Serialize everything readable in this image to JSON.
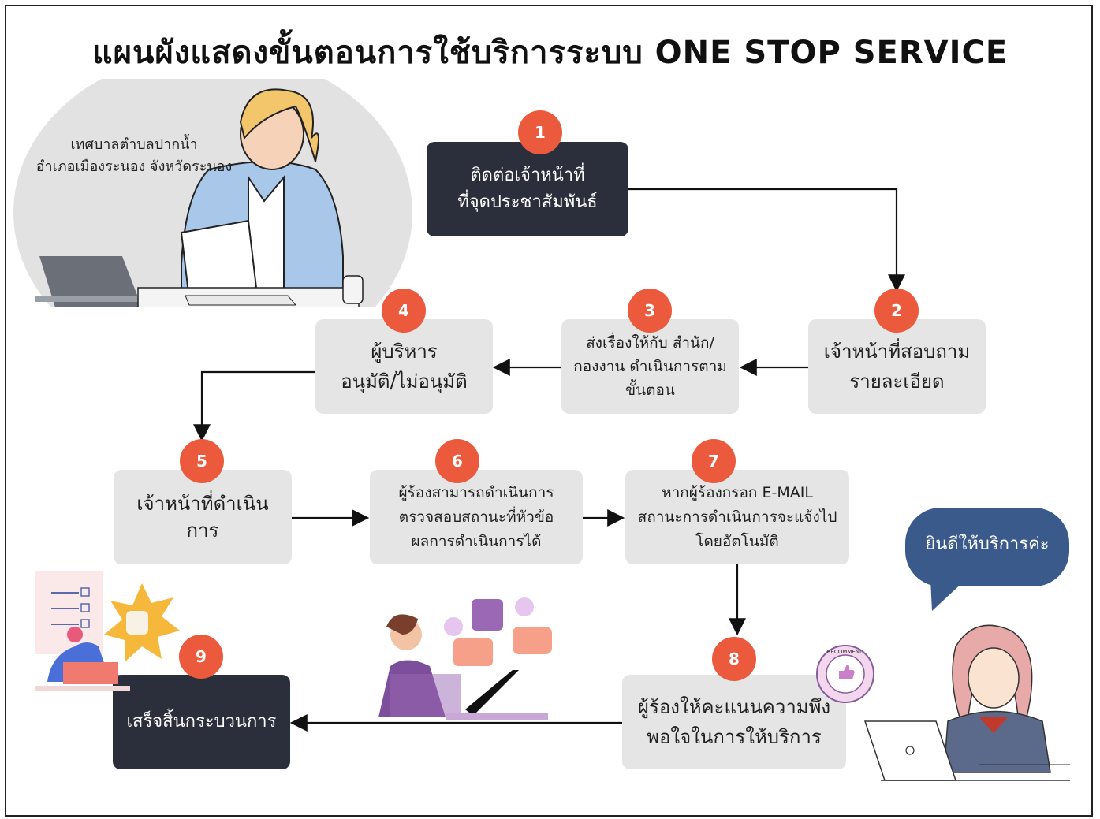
{
  "title": "แผนผังแสดงขั้นตอนการใช้บริการระบบ ONE STOP SERVICE",
  "organization": "เทศบาลตำบลปากน้ำ\nอำเภอเมืองระนอง จังหวัดระนอง",
  "greeting": "ยินดีให้บริการค่ะ",
  "badge_text": "RECOMMEND",
  "colors": {
    "step_number": "#eb5a3c",
    "box_light": "#e5e5e5",
    "box_dark": "#2b2f3c",
    "bubble": "#3a5a8c"
  },
  "steps": [
    {
      "number": "1",
      "text": "ติดต่อเจ้าหน้าที่\nที่จุดประชาสัมพันธ์"
    },
    {
      "number": "2",
      "text": "เจ้าหน้าที่สอบถาม\nรายละเอียด"
    },
    {
      "number": "3",
      "text": "ส่งเรื่องให้กับ สำนัก/\nกองงาน ดำเนินการตาม\nขั้นตอน"
    },
    {
      "number": "4",
      "text": "ผู้บริหาร\nอนุมัติ/ไม่อนุมัติ"
    },
    {
      "number": "5",
      "text": "เจ้าหน้าที่ดำเนินการ"
    },
    {
      "number": "6",
      "text": "ผู้ร้องสามารถดำเนินการ\nตรวจสอบสถานะที่หัวข้อ\nผลการดำเนินการได้"
    },
    {
      "number": "7",
      "text": "หากผู้ร้องกรอก E-MAIL\nสถานะการดำเนินการจะแจ้งไป\nโดยอัตโนมัติ"
    },
    {
      "number": "8",
      "text": "ผู้ร้องให้คะแนนความพึง\nพอใจในการให้บริการ"
    },
    {
      "number": "9",
      "text": "เสร็จสิ้นกระบวนการ"
    }
  ],
  "flow": [
    "1->2",
    "2->3",
    "3->4",
    "4->5",
    "5->6",
    "6->7",
    "7->8",
    "8->9"
  ]
}
